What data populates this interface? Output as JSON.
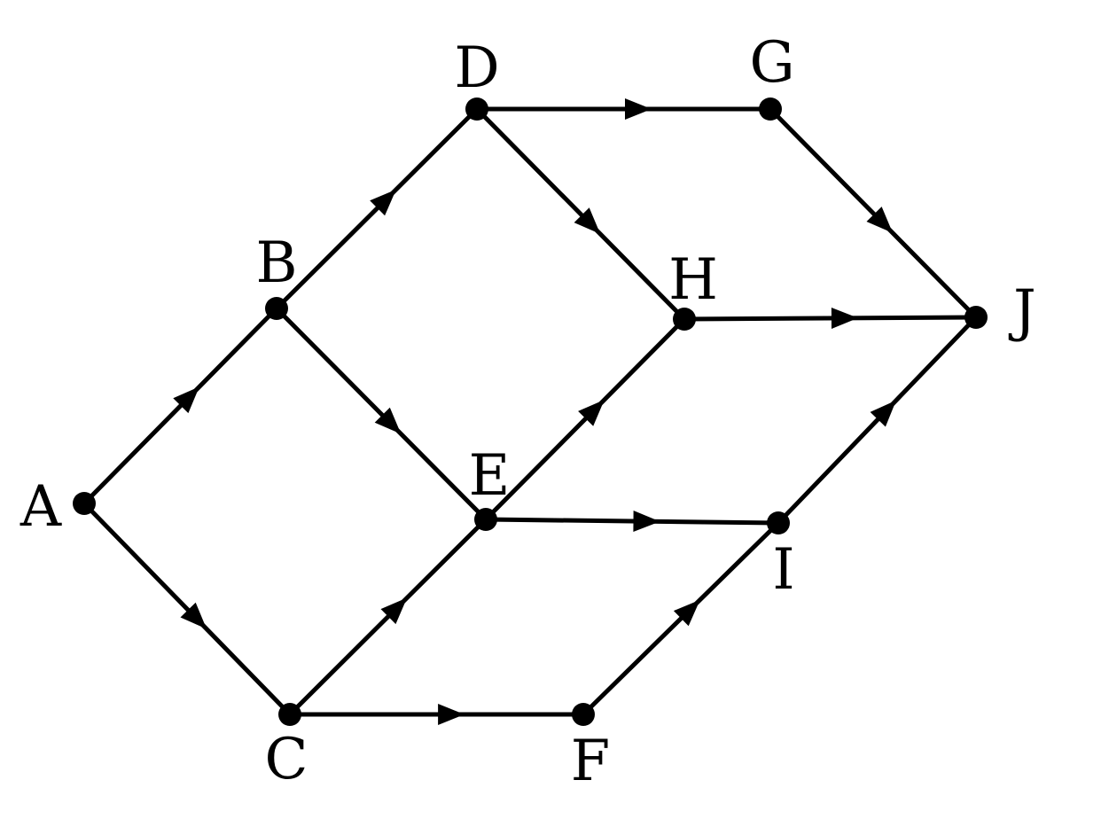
{
  "diagram": {
    "nodes": [
      {
        "id": "A",
        "label": "A"
      },
      {
        "id": "B",
        "label": "B"
      },
      {
        "id": "C",
        "label": "C"
      },
      {
        "id": "D",
        "label": "D"
      },
      {
        "id": "E",
        "label": "E"
      },
      {
        "id": "F",
        "label": "F"
      },
      {
        "id": "G",
        "label": "G"
      },
      {
        "id": "H",
        "label": "H"
      },
      {
        "id": "I",
        "label": "I"
      },
      {
        "id": "J",
        "label": "J"
      }
    ],
    "edges": [
      {
        "from": "A",
        "to": "B"
      },
      {
        "from": "A",
        "to": "C"
      },
      {
        "from": "B",
        "to": "D"
      },
      {
        "from": "B",
        "to": "E"
      },
      {
        "from": "C",
        "to": "E"
      },
      {
        "from": "C",
        "to": "F"
      },
      {
        "from": "D",
        "to": "G"
      },
      {
        "from": "D",
        "to": "H"
      },
      {
        "from": "E",
        "to": "H"
      },
      {
        "from": "E",
        "to": "I"
      },
      {
        "from": "F",
        "to": "I"
      },
      {
        "from": "G",
        "to": "J"
      },
      {
        "from": "H",
        "to": "J"
      },
      {
        "from": "I",
        "to": "J"
      }
    ],
    "colors": {
      "stroke": "#000000",
      "background": "#ffffff"
    }
  }
}
